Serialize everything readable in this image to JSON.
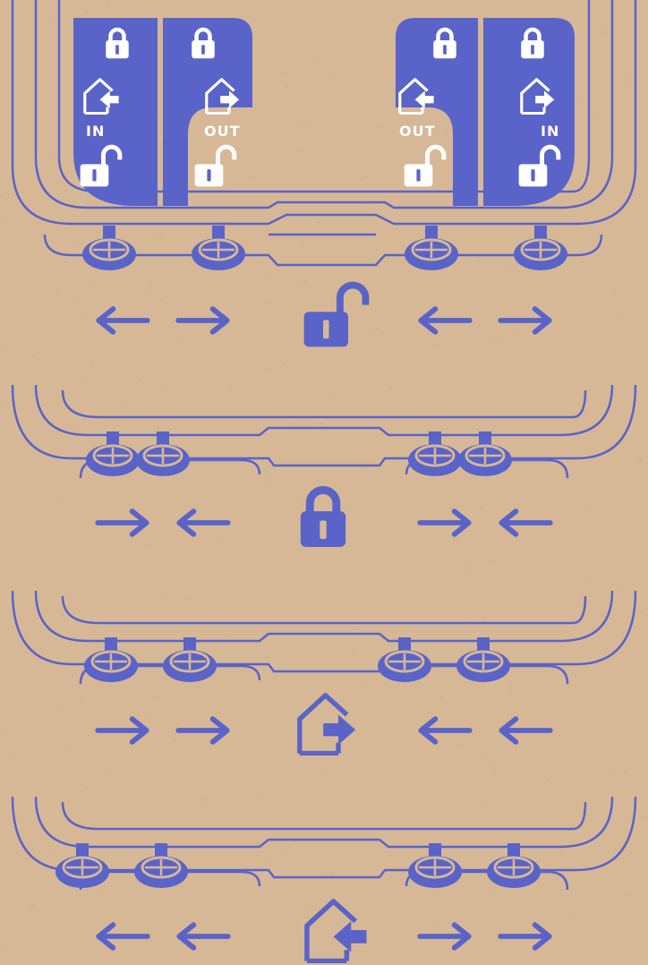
{
  "colors": {
    "background": "#d6b896",
    "ink": "#5a63c8",
    "paper_speck": "#cbac88"
  },
  "panel_labels": {
    "left_in": "IN",
    "left_out": "OUT",
    "right_out": "OUT",
    "right_in": "IN"
  },
  "rows": [
    {
      "state": "unlocked",
      "state_icon": "open-padlock-icon",
      "left_arrows": [
        "left",
        "right"
      ],
      "right_arrows": [
        "left",
        "right"
      ]
    },
    {
      "state": "locked",
      "state_icon": "padlock-icon",
      "left_arrows": [
        "right",
        "left"
      ],
      "right_arrows": [
        "right",
        "left"
      ]
    },
    {
      "state": "out",
      "state_icon": "house-exit-icon",
      "left_arrows": [
        "right",
        "right"
      ],
      "right_arrows": [
        "left",
        "left"
      ]
    },
    {
      "state": "in",
      "state_icon": "house-enter-icon",
      "left_arrows": [
        "left",
        "left"
      ],
      "right_arrows": [
        "right",
        "right"
      ]
    }
  ]
}
